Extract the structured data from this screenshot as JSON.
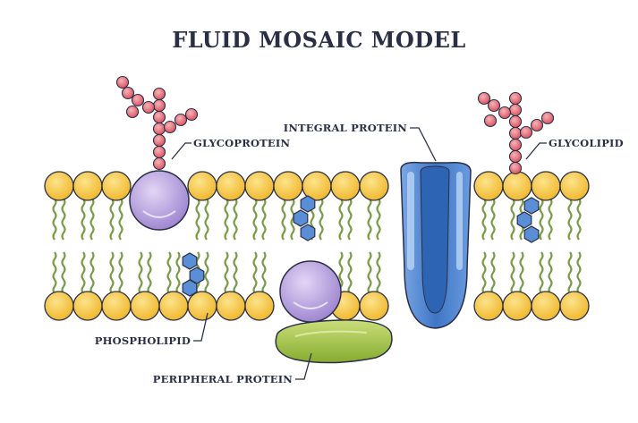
{
  "title": "FLUID MOSAIC MODEL",
  "labels": {
    "glycoprotein": "GLYCOPROTEIN",
    "integral_protein": "INTEGRAL PROTEIN",
    "glycolipid": "GLYCOLIPID",
    "phospholipid": "PHOSPHOLIPID",
    "peripheral_protein": "PERIPHERAL PROTEIN"
  },
  "colors": {
    "head": "#f7c948",
    "tail": "#7a9a4a",
    "protein_purple": "#b39ddb",
    "integral_blue": "#5b8fd6",
    "peripheral_green": "#a8c94a",
    "sugar_red": "#e8737d",
    "cholesterol_blue": "#5a8fd8"
  }
}
